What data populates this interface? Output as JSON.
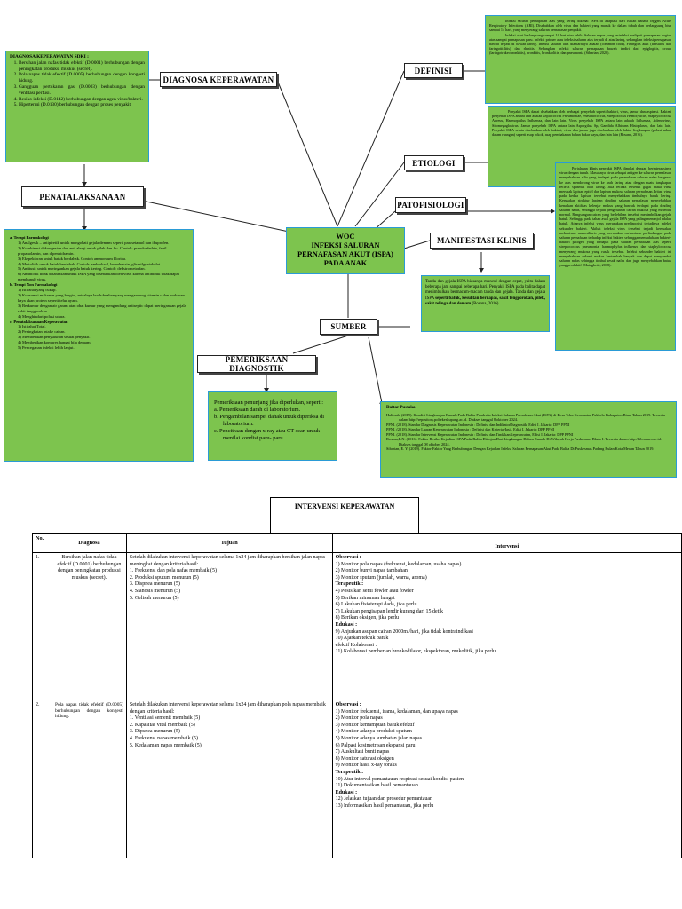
{
  "nodes": {
    "diagnosa": "DIAGNOSA KEPERAWATAN",
    "definisi": "DEFINISI",
    "etiologi": "ETIOLOGI",
    "patofisiologi": "PATOFISIOLOGI",
    "manifestasi": "MANIFESTASI KLINIS",
    "sumber": "SUMBER",
    "penatalaksanaan": "PENATALAKSANAAN",
    "pemeriksaan": "PEMERIKSAAN DIAGNOSTIK",
    "center_lines": [
      "WOC",
      "INFEKSI SALURAN",
      "PERNAFASAN AKUT (ISPA)",
      "PADA ANAK"
    ]
  },
  "diagnosa_box": {
    "title": "DIAGNOSA KEPERAWATAN SDKI :",
    "items": [
      "Bersihan jalan nafas tidak efektif (D.0001) berhubungan dengan peningkatan produksi muskus (secret).",
      "Pola napas tidak efektif (D.0005) berhubungan dengan kongesti hidung.",
      "Gangguan pertukaran gas (D.0003) berhubungan dengan ventilasi perfusi.",
      "Resiko infeksi (D.0142) berhubungan dengan agen virus/bakteri.",
      "Hipertermi (D.0130) berhubungan dengan proses penyakit."
    ]
  },
  "definisi_box": {
    "p1": "Infeksi saluran pernapasan atas yang sering dikenal ISPA di adaptasi dari istilah bahasa inggris Acute Respiratory Infections (ARI). Disebabkan oleh virus dan bakteri yang masuk ke dalam tubuh dan berlangsung bisa sampai 14 hari, yang menyerang saluran pernapasan penyakit.",
    "p2": "Infeksi akut berlangsung sampai 14 hari atau lebih. Saluran napas yang terinfeksi meliputi pernapasan bagian atas sampai pernapasan paru. Infeksi primer atau infeksi saluran atas terjadi di atas laring, sedangkan infeksi pernapasan bawah terjadi di bawah laring. Infeksi saluran atas diantaranya adalah (common cold), Faringitis akut (tonsilitis dan faringotitilitis) dan rhinitis. Sedangkan infeksi saluran pernapasan bawah terdiri dari epiglogitis, croup (laringotrakeobronkitis), bronkitis, bronkiolitis, dan pneumonia (Sibarian, 2020)."
  },
  "etiologi_box": {
    "text": "Penyakit ISPA dapat disebabkan oleh berbagai penyebab seperti bakteri, virus, jamur dan aspirasi. Bakteri penyebab ISPA antara lain adalah Diplococcus Pneumoniae, Pneumococcus, Streptococus Hemolyticus, Staphylococcus Aureus, Haemophilus Influenza, dan lain lain. Virus penyebab ISPA antara lain adalah Influenza, Adenovirus, Sitomegaglovirus. Jamur penyebab ISPA antara lain Aspergilus Sp, Gandida Albicans Histoplasm, dan lain lain. Penyakit ISPA selain disebabkan oleh bakteri, virus dan jamur juga disebabkan oleh faktor lingkungan (polusi udara dalam ruangan) seperti asap rokok, asap pembakaran bahan bakar kayu, dan lain lain (Rosana, 2016)."
  },
  "patofisiologi_box": {
    "text": "Perjalanan klinis penyakit ISPA dimulai dengan berinteraksinya virus dengan tubuh. Masuknya virus sebagai antigen ke saluran pernafasan menyebabkan silia yang terdapat pada permukaan saluran nafas bergerak ke atas mendorong virus ke arah faring atau dengan suatu tangkapan refleks spasmus oleh laring. Jika refleks tersebut gagal maka virus merusak lapisan epitel dan lapisan mukosa saluran pernafasan. Iritasi virus pada kedua lapisan tersebut menyebabkan timbulnya batuk kering. Kerusakan struktur lapisan dinding saluran pernafasan menyebabkan kenaikan aktifitas kelenjar mukus yang banyak terdapat pada dinding saluran nafas, sehingga terjadi pengeluaran cairan mukosa yang melebihi normal. Rangsangan cairan yang berlebihan tersebut menimbulkan gejala batuk. Sehingga pada tahap awal gejala ISPA yang paling menonjol adalah batuk. Adanya infeksi virus merupakan predisposisi terjadinya infeksi sekunder bakteri. Akibat infeksi virus tersebut terjadi kerusakan mekanisme mukosiliaris yang merupakan mekanisme perlindungan pada saluran pernafasan terhadap infeksi bakteri sehingga memudahkan bakteri-bakteri patogen yang terdapat pada saluran pernafasan atas seperti streptococcus pneumonia, haemophylus influenza dan staphylococcus menyerang mukosa yang rusak tersebut. Infeksi sekunder bakteri ini menyebabkan sekresi mukus bertambah banyak dan dapat menyumbat saluran nafas sehingga timbul sesak nafas dan juga menyebabkan batuk yang produktif (Mainghetti, 2018)."
  },
  "manifestasi_box": {
    "text_plain": "Tanda dan gejala ISPA biasanya muncul dengan cepat, yaitu dalam beberapa jam sampai beberapa hari. Penyakit ISPA pada balita dapat menimbulkan bermacam-macam tanda dan gejala. Tanda dan gejala ISPA ",
    "text_bold": "seperti batuk, kesulitan bernapas, sakit tenggorokan, pilek, sakit telinga dan demam",
    "text_end": " (Rosana, 2016)."
  },
  "penatalaksanaan_box": {
    "sections": [
      {
        "title": "a.   Terapi Farmakologi",
        "items": [
          "1)  Analgesik – antipiretik untuk mengobati gejala demam seperti parasetamol dan ibuprofen.",
          "2)  Kombinasi dekongestan dan anti alergi untuk pilek dan flu. Contoh: pseudoefedrin, fenil propanolamin, dan dipenhidramin.",
          "3)  Ekspektoran untuk batuk berdahak. Contoh ammonium klorida.",
          "4)  Mukolitik untuk batuk berdahak. Contoh: ambroksol, bromheksin, gliserilguaiakolat.",
          "5)  Antitusif untuk meringankan gejala batuk kering. Contoh: dekstrometorfan.",
          "6)  Antibiotik tidak disarankan untuk ISPA yang disebabkan oleh virus karena antibiotik tidak dapat membunuh virus."
        ]
      },
      {
        "title": "b.   Terapi Non Farmakologi",
        "items": [
          "1)  Istirahat yang cukup.",
          "2)  Konsumsi makanan yang bergizi, misalnya buah-buahan yang mengandung vitamin c dan makanan kaya akan protein seperti telur ayam.",
          "3)  Berkumur dengan air garam atau obat kumur yang mengandung antiseptic dapat meringankan gejala sakit tenggorokan.",
          "4)  Menghindari polusi udara."
        ]
      },
      {
        "title": "c.   Penatalaksanaan Keperawatan",
        "items": [
          "1)  Istirahat Total.",
          "2)  Peningkatan intake cairan.",
          "3)  Memberikan penyuluhan sesuai penyakit.",
          "4)  Memberikan kompres hangat bila demam.",
          "5)  Pencegahan infeksi lebih lanjut."
        ]
      }
    ]
  },
  "pemeriksaan_box": {
    "intro": "Pemeriksaan penunjang jika diperlukan, seperti:",
    "items": [
      "a.  Pemeriksaan darah di laboratorium.",
      "b.  Pengambilan sampel dahak untuk diperiksa di laboratorium.",
      "c.  Pencitraan dengan x-ray atau CT scan untuk menilai kondisi paru- paru"
    ]
  },
  "pustaka_box": {
    "title": "Daftar Pustaka",
    "refs": [
      "Halimah. (2019). Kondisi Lingkungan Rumah Pada Balita Penderita Infeksi Saluran Pernafasan Akut (ISPA) di Desa Teku Kecamatan Pakkelo Kabupaten Bima Tahun 2019. Tersedia dalam http://repository.poltekeskupang.ac.id. Diakses tanggal 8 oktober 2024.",
      "PPNI. (2018). Standar Diagnosis Keperawatan Indonesia : Definisi dan IndikatorDiagnostik, Edisi I. Jakarta: DPP PPNI",
      "PPNI. (2018). Standar Luaran Keperawatan Indonesia : Definisi dan KriteriaHasil, Edisi I. Jakarta: DPP PPNI",
      "PPNI. (2018). Standar Intervensi Keperawatan Indonesia : Definisi dan TindakanKeperawatan, Edisi I. Jakarta: DPP PPNI",
      "Rosana,E.N. (2016). Faktor Resiko Kejadian ISPA Pada  Balita Ditinjau Dari Lingkungan Dalam Rumah Di Wilayah Kerja Puskesmas Blado I. Tersedia dalam http://lib.unnes.ac.id. Diakses tanggal 08 oktober 2024.",
      "Sibarian, E. Y. (2019). Faktor-Faktor Yang Berhubungan Dengan Kejadian Infeksi Saluran Pernapasan Akut Pada Balita Di Puskesmas Padang Bulan Kota Medan Tahun 2019."
    ]
  },
  "intervensi": {
    "title": "INTERVENSI KEPERAWATAN",
    "headers": {
      "no": "No.",
      "diagnosa": "Diagnosa",
      "tujuan": "Tujuan",
      "intervensi": "Intervensi"
    },
    "rows": [
      {
        "no": "1.",
        "diagnosa": "Bersihan jalan nafas tidak efektif (D.0001) berhubungan dengan peningkatan produksi muskus (secret).",
        "tujuan_intro": "Setelah dilakukan intervensi keperawatan selama 1x24 jam diharapkan bersihan jalan napas meningkat dengan kriteria hasil:",
        "tujuan_items": [
          "1.   Frekuensi dan pola nafas membaik (5)",
          "2.   Produksi sputum menurun (5)",
          "3.   Dispnea menurun (5)",
          "4.   Sianosis menurun (5)",
          "5.   Gelisah menurun (5)"
        ],
        "intervensi_lines": [
          {
            "t": "Observasi :",
            "b": true
          },
          {
            "t": "1) Monitor pola napas (frekuensi, kedalaman, usaha napas)",
            "b": false
          },
          {
            "t": "2) Monitor bunyi napas tambahan",
            "b": false
          },
          {
            "t": "3) Monitor sputum (jumlah, warna, aroma)",
            "b": false
          },
          {
            "t": "Terapeutik :",
            "b": true
          },
          {
            "t": "4) Posisikan semi fowler atau fowler",
            "b": false
          },
          {
            "t": "5) Berikan minuman hangat",
            "b": false
          },
          {
            "t": "6) Lakukan fisioterapi dada, jika perlu",
            "b": false
          },
          {
            "t": "7) Lakukan pengisapan lendir kurang dari 15 detik",
            "b": false
          },
          {
            "t": "8) Berikan oksigen, jika perlu",
            "b": false
          },
          {
            "t": "Edukasi :",
            "b": true
          },
          {
            "t": "9) Anjurkan asupan cairan 2000ml/hari, jika tidak kontraindikasi",
            "b": false
          },
          {
            "t": "10) Ajarkan teknik batuk",
            "b": false
          },
          {
            "t": "efektif Kolaborasi :",
            "b": false
          },
          {
            "t": "11) Kolaborasi pemberian bronkodilator, ekspektoran, mukolitik, jika perlu",
            "b": false
          }
        ]
      },
      {
        "no": "2.",
        "diagnosa": "Pola napas tidak efektif (D.0005) berhubungan dengan kongesti hidung.",
        "tujuan_intro": "Setelah dilakukan intervensi keperawatan selama 1x24 jam diharapkan pola napas membaik dengan kriteria hasil:",
        "tujuan_items": [
          "1.   Ventilasi semenit membaik (5)",
          "2.   Kapasitas vital membaik (5)",
          "3.   Dipsnea menurun (5)",
          "4.   Frekuensi napas membaik (5)",
          "5.   Kedalaman napas membaik (5)"
        ],
        "intervensi_lines": [
          {
            "t": "Observasi :",
            "b": true
          },
          {
            "t": "1)      Monitor frekuensi, irama, kedalaman, dan upaya napas",
            "b": false
          },
          {
            "t": "2)      Monitor pola napas",
            "b": false
          },
          {
            "t": "3)      Monitor kemampuan batuk efektif",
            "b": false
          },
          {
            "t": "4)      Monitor adanya produksi sputum",
            "b": false
          },
          {
            "t": "5)      Monitor adanya sumbatan jalan napas",
            "b": false
          },
          {
            "t": "6)      Palpasi kesimetrisan ekspansi paru",
            "b": false
          },
          {
            "t": "7)      Auskultasi bunti napas",
            "b": false
          },
          {
            "t": "8)      Monitor saturasi oksigen",
            "b": false
          },
          {
            "t": "9)      Monitor hasil x-ray toraks",
            "b": false
          },
          {
            "t": "Terapeutik :",
            "b": true
          },
          {
            "t": "10)  Atur interval pemantauan respirasi sesuai kondisi pasien",
            "b": false
          },
          {
            "t": "11)  Dokumentasikan hasil pemantauan",
            "b": false
          },
          {
            "t": "Edukasi :",
            "b": true
          },
          {
            "t": "12)  Jelaskan tujuan dan prosedur pemantauan",
            "b": false
          },
          {
            "t": "13)  Informasikan hasil pemantauan, jika perlu",
            "b": false
          }
        ]
      }
    ]
  }
}
